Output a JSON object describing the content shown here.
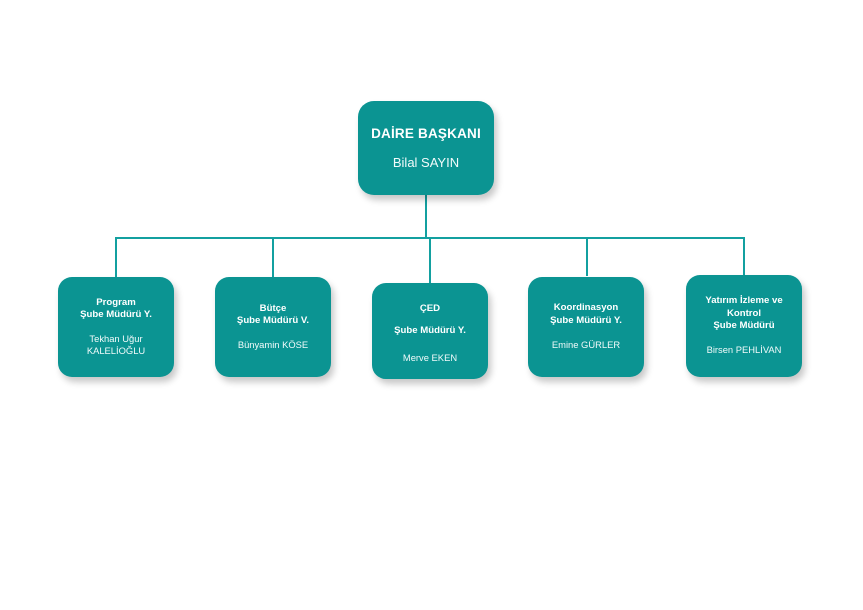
{
  "chart": {
    "type": "org-chart",
    "accent_color": "#0b9492",
    "connector_color": "#13a0a0",
    "background_color": "#ffffff",
    "text_color": "#ffffff",
    "root": {
      "title_lines": [
        "DAİRE BAŞKANI"
      ],
      "person_lines": [
        "Bilal SAYIN"
      ]
    },
    "children": [
      {
        "title_lines": [
          "Program",
          "Şube Müdürü Y."
        ],
        "person_lines": [
          "Tekhan Uğur",
          "KALELİOĞLU"
        ]
      },
      {
        "title_lines": [
          "Bütçe",
          "Şube Müdürü V."
        ],
        "person_lines": [
          "Bünyamin KÖSE"
        ]
      },
      {
        "title_lines": [
          "ÇED",
          "Şube Müdürü Y."
        ],
        "person_lines": [
          "Merve EKEN"
        ]
      },
      {
        "title_lines": [
          "Koordinasyon",
          "Şube Müdürü Y."
        ],
        "person_lines": [
          "Emine GÜRLER"
        ]
      },
      {
        "title_lines": [
          "Yatırım İzleme ve",
          "Kontrol",
          "Şube Müdürü"
        ],
        "person_lines": [
          "Birsen PEHLİVAN"
        ]
      }
    ]
  }
}
